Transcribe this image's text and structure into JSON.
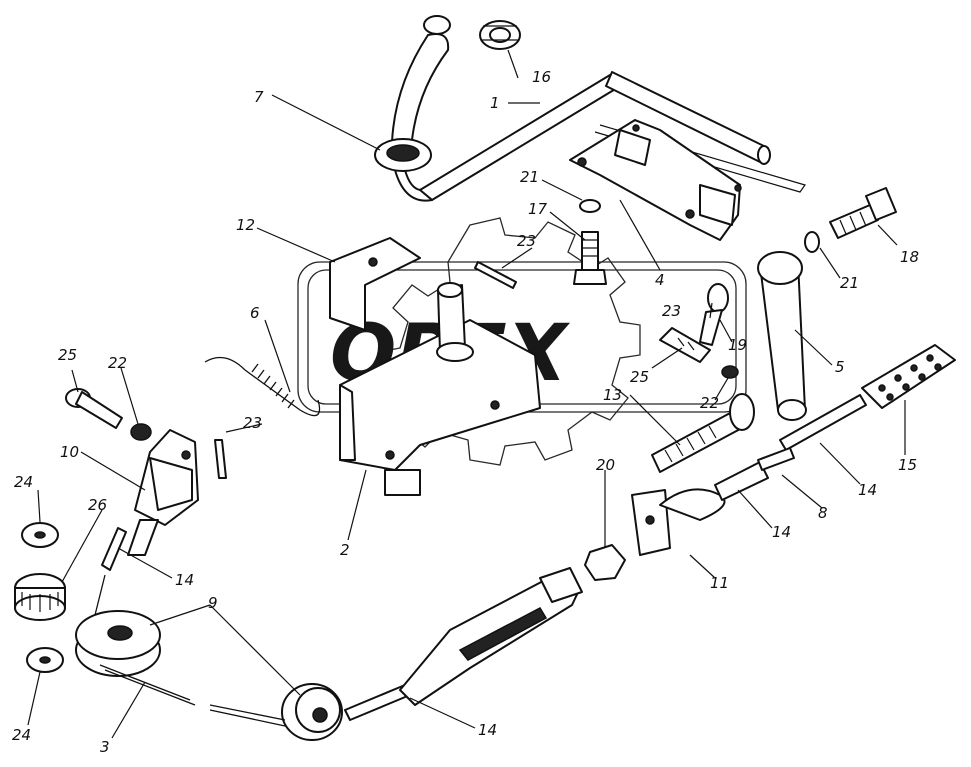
{
  "watermark": {
    "text": "OPEX",
    "icon": "gear-icon"
  },
  "callouts": [
    {
      "id": "c1",
      "text": "1"
    },
    {
      "id": "c2",
      "text": "2"
    },
    {
      "id": "c3",
      "text": "3"
    },
    {
      "id": "c4",
      "text": "4"
    },
    {
      "id": "c5",
      "text": "5"
    },
    {
      "id": "c6",
      "text": "6"
    },
    {
      "id": "c7",
      "text": "7"
    },
    {
      "id": "c8",
      "text": "8"
    },
    {
      "id": "c9",
      "text": "9"
    },
    {
      "id": "c10",
      "text": "10"
    },
    {
      "id": "c11",
      "text": "11"
    },
    {
      "id": "c12",
      "text": "12"
    },
    {
      "id": "c13",
      "text": "13"
    },
    {
      "id": "c14a",
      "text": "14"
    },
    {
      "id": "c14b",
      "text": "14"
    },
    {
      "id": "c14c",
      "text": "14"
    },
    {
      "id": "c14d",
      "text": "14"
    },
    {
      "id": "c15",
      "text": "15"
    },
    {
      "id": "c16",
      "text": "16"
    },
    {
      "id": "c17",
      "text": "17"
    },
    {
      "id": "c18",
      "text": "18"
    },
    {
      "id": "c19",
      "text": "19"
    },
    {
      "id": "c20",
      "text": "20"
    },
    {
      "id": "c21a",
      "text": "21"
    },
    {
      "id": "c21b",
      "text": "21"
    },
    {
      "id": "c22a",
      "text": "22"
    },
    {
      "id": "c22b",
      "text": "22"
    },
    {
      "id": "c23a",
      "text": "23"
    },
    {
      "id": "c23b",
      "text": "23"
    },
    {
      "id": "c23c",
      "text": "23"
    },
    {
      "id": "c24a",
      "text": "24"
    },
    {
      "id": "c24b",
      "text": "24"
    },
    {
      "id": "c25a",
      "text": "25"
    },
    {
      "id": "c25b",
      "text": "25"
    },
    {
      "id": "c26",
      "text": "26"
    }
  ]
}
